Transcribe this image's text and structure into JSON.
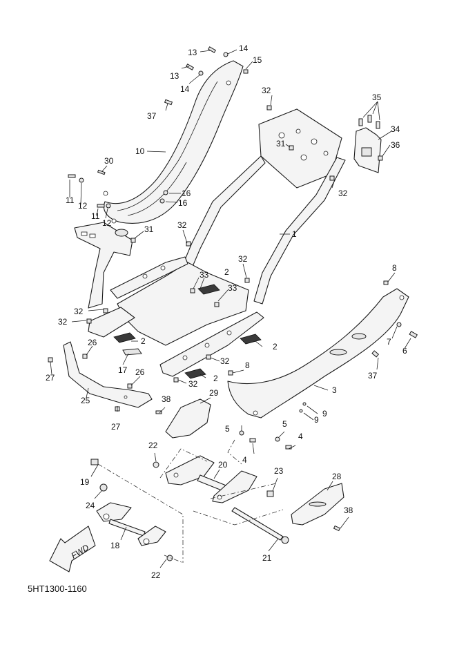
{
  "diagram": {
    "title": "Frame parts diagram",
    "catalog_code": "5HT1300-1160",
    "fwd_label": "FWD",
    "callouts": [
      {
        "id": "c13a",
        "text": "13"
      },
      {
        "id": "c14a",
        "text": "14"
      },
      {
        "id": "c15",
        "text": "15"
      },
      {
        "id": "c13b",
        "text": "13"
      },
      {
        "id": "c14b",
        "text": "14"
      },
      {
        "id": "c37a",
        "text": "37"
      },
      {
        "id": "c10",
        "text": "10"
      },
      {
        "id": "c30",
        "text": "30"
      },
      {
        "id": "c11a",
        "text": "11"
      },
      {
        "id": "c12a",
        "text": "12"
      },
      {
        "id": "c11b",
        "text": "11"
      },
      {
        "id": "c12b",
        "text": "12"
      },
      {
        "id": "c16a",
        "text": "16"
      },
      {
        "id": "c16b",
        "text": "16"
      },
      {
        "id": "c31a",
        "text": "31"
      },
      {
        "id": "c32a",
        "text": "32"
      },
      {
        "id": "c31b",
        "text": "31"
      },
      {
        "id": "c32b",
        "text": "32"
      },
      {
        "id": "c35",
        "text": "35"
      },
      {
        "id": "c34",
        "text": "34"
      },
      {
        "id": "c36",
        "text": "36"
      },
      {
        "id": "c1",
        "text": "1"
      },
      {
        "id": "c32c",
        "text": "32"
      },
      {
        "id": "c32d",
        "text": "32"
      },
      {
        "id": "c33a",
        "text": "33"
      },
      {
        "id": "c2a",
        "text": "2"
      },
      {
        "id": "c33b",
        "text": "33"
      },
      {
        "id": "c32e",
        "text": "32"
      },
      {
        "id": "c32f",
        "text": "32"
      },
      {
        "id": "c2b",
        "text": "2"
      },
      {
        "id": "c26a",
        "text": "26"
      },
      {
        "id": "c17",
        "text": "17"
      },
      {
        "id": "c26b",
        "text": "26"
      },
      {
        "id": "c27a",
        "text": "27"
      },
      {
        "id": "c25",
        "text": "25"
      },
      {
        "id": "c2c",
        "text": "2"
      },
      {
        "id": "c32g",
        "text": "32"
      },
      {
        "id": "c2d",
        "text": "2"
      },
      {
        "id": "c32h",
        "text": "32"
      },
      {
        "id": "c8a",
        "text": "8"
      },
      {
        "id": "c8b",
        "text": "8"
      },
      {
        "id": "c7",
        "text": "7"
      },
      {
        "id": "c6",
        "text": "6"
      },
      {
        "id": "c37b",
        "text": "37"
      },
      {
        "id": "c3",
        "text": "3"
      },
      {
        "id": "c9a",
        "text": "9"
      },
      {
        "id": "c9b",
        "text": "9"
      },
      {
        "id": "c5a",
        "text": "5"
      },
      {
        "id": "c4a",
        "text": "4"
      },
      {
        "id": "c5b",
        "text": "5"
      },
      {
        "id": "c4b",
        "text": "4"
      },
      {
        "id": "c38a",
        "text": "38"
      },
      {
        "id": "c29",
        "text": "29"
      },
      {
        "id": "c27b",
        "text": "27"
      },
      {
        "id": "c22a",
        "text": "22"
      },
      {
        "id": "c20",
        "text": "20"
      },
      {
        "id": "c23",
        "text": "23"
      },
      {
        "id": "c28",
        "text": "28"
      },
      {
        "id": "c38b",
        "text": "38"
      },
      {
        "id": "c19",
        "text": "19"
      },
      {
        "id": "c24",
        "text": "24"
      },
      {
        "id": "c18",
        "text": "18"
      },
      {
        "id": "c21",
        "text": "21"
      },
      {
        "id": "c22b",
        "text": "22"
      }
    ]
  }
}
